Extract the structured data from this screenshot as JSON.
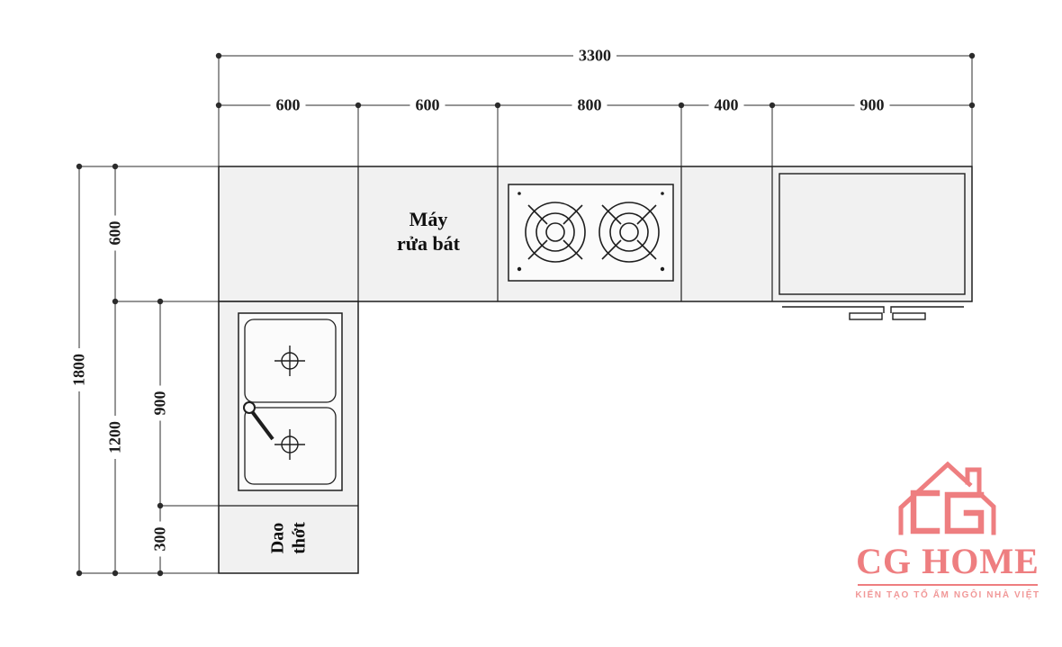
{
  "dims": {
    "top_total": "3300",
    "top_segments": [
      "600",
      "600",
      "800",
      "400",
      "900"
    ],
    "left_total": "1800",
    "left_segments": [
      "600",
      "1200"
    ],
    "left_inner": [
      "900",
      "300"
    ]
  },
  "fixtures": {
    "dishwasher_l1": "Máy",
    "dishwasher_l2": "rửa bát",
    "cutting_l1": "Dao",
    "cutting_l2": "thớt"
  },
  "logo": {
    "name": "CG HOME",
    "tagline": "KIẾN TẠO TỔ ẤM NGÔI NHÀ VIỆT"
  },
  "colors": {
    "line": "#262626",
    "cabinet_fill": "#f1f1f1",
    "logo_pink": "#ee7e80"
  }
}
